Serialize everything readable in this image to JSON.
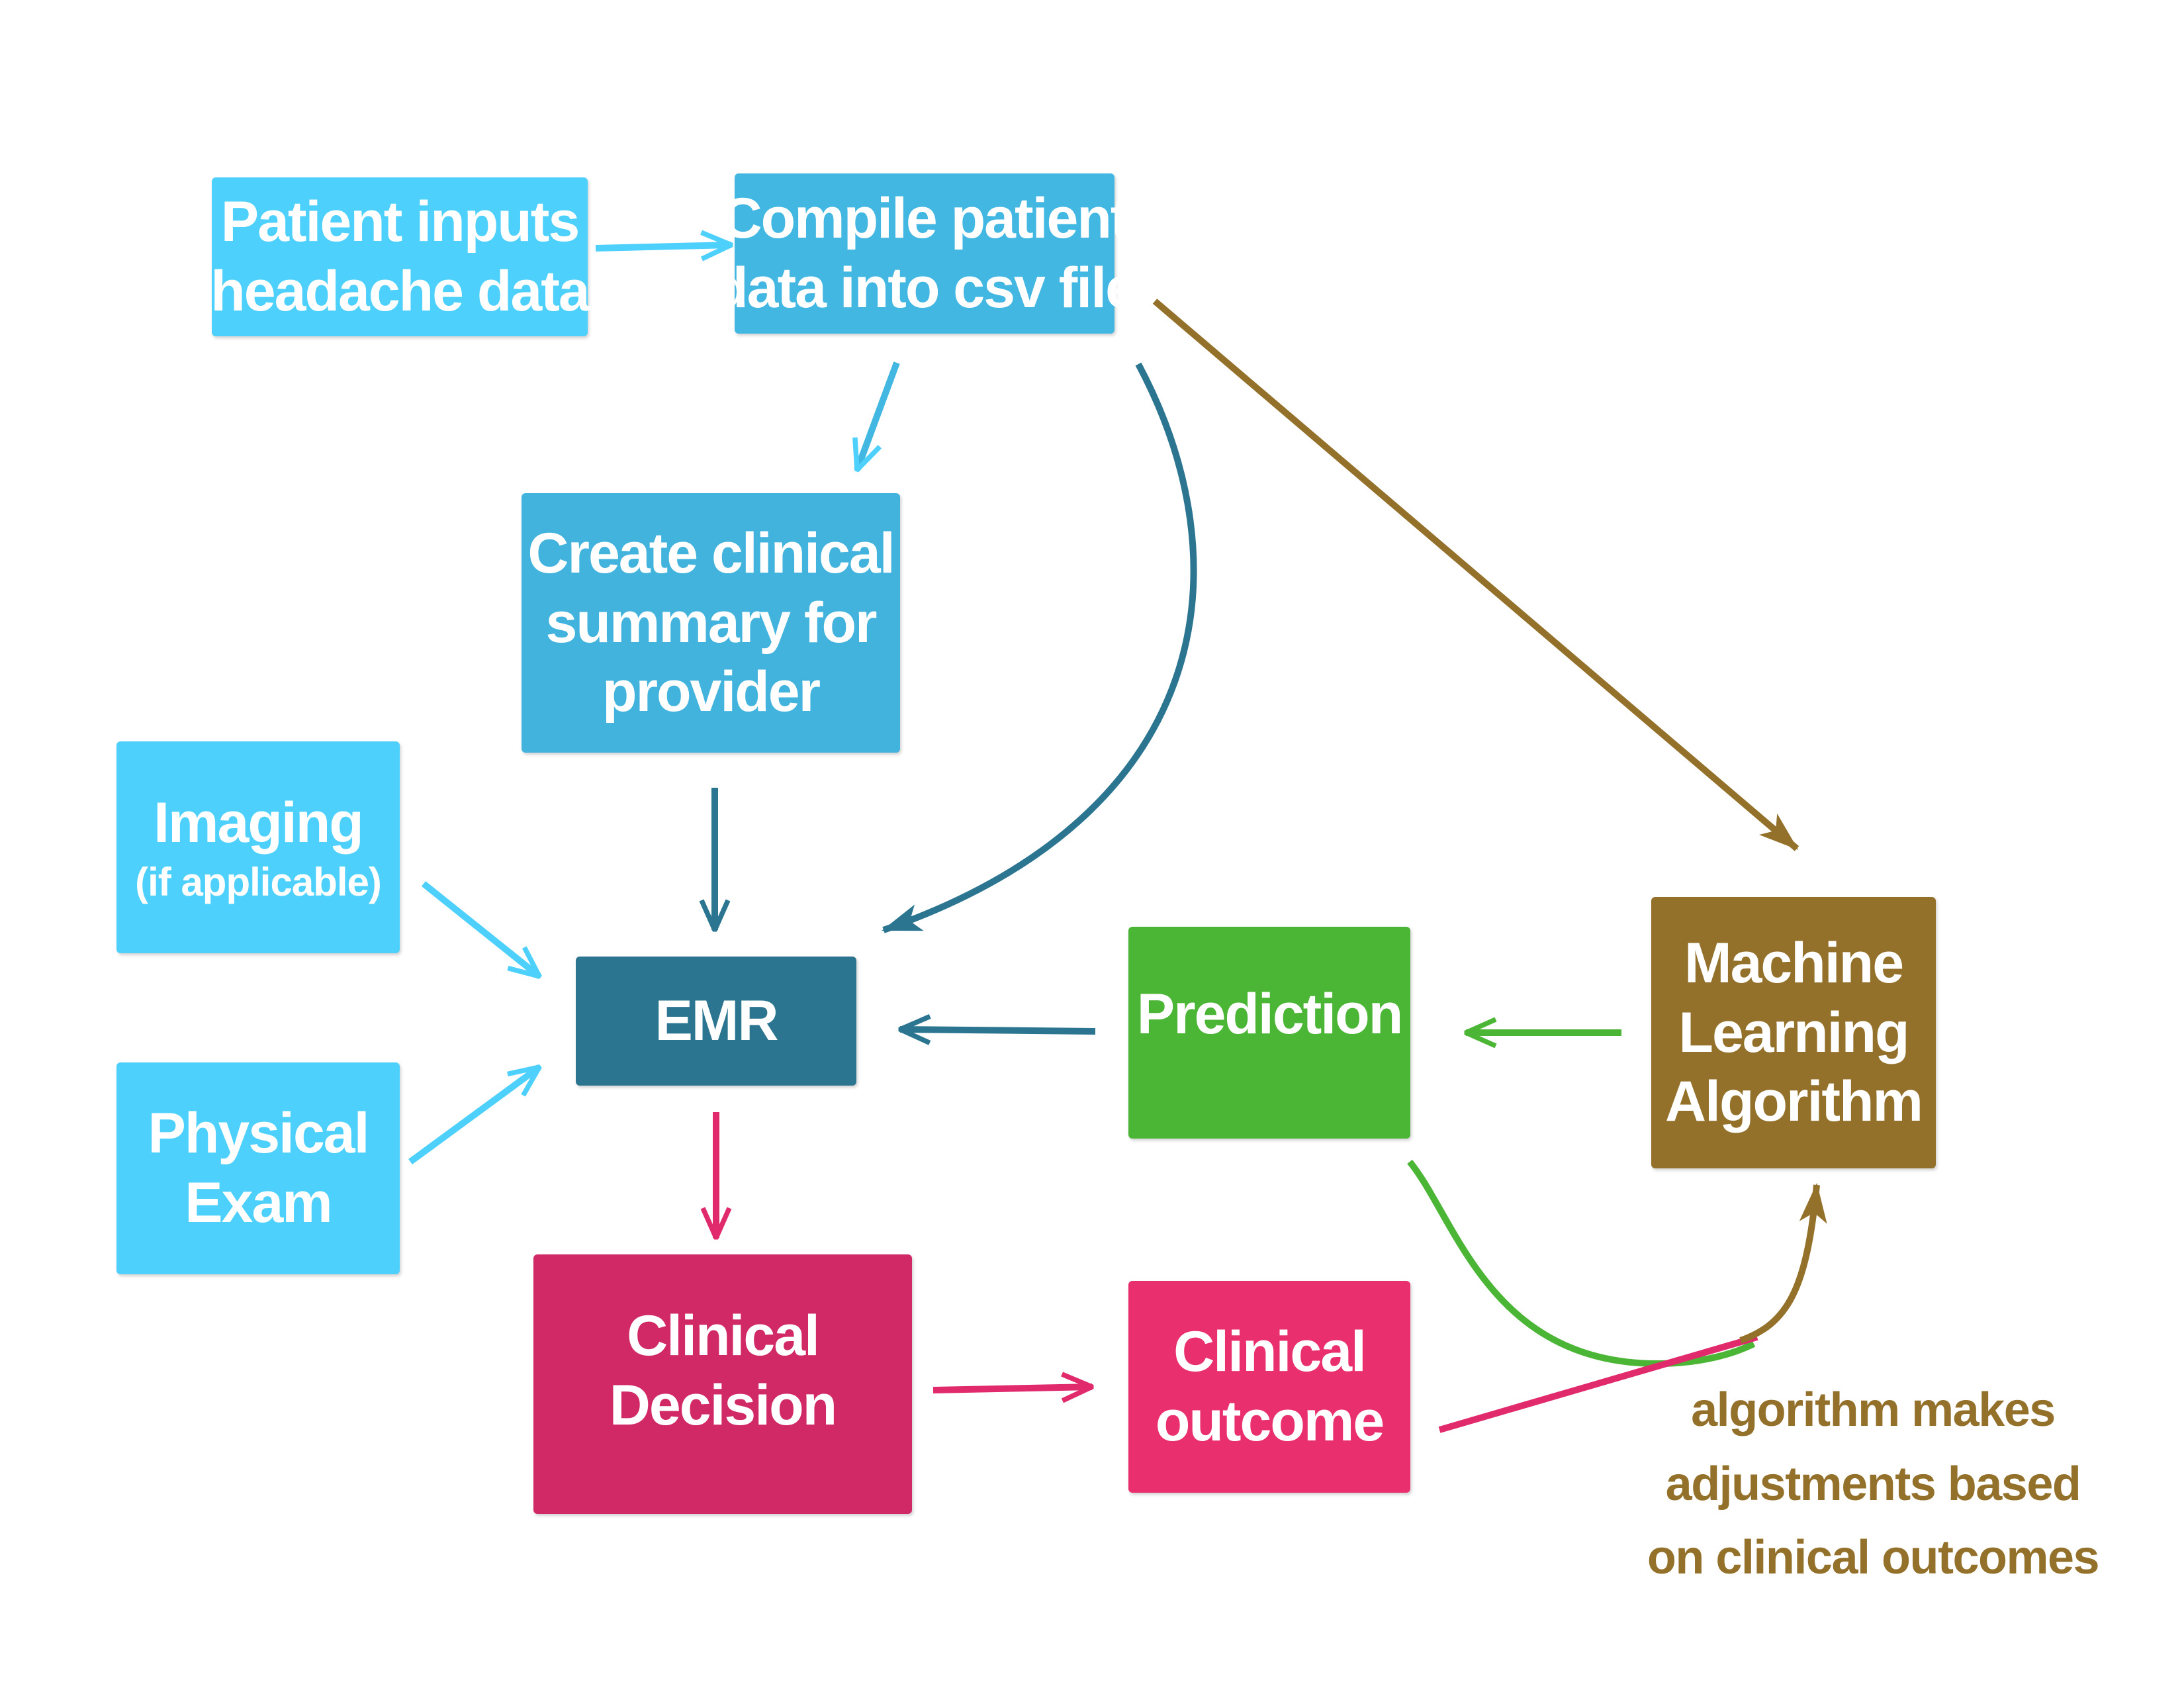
{
  "nodes": {
    "patient_inputs": {
      "lines": [
        "Patient inputs",
        "headache data"
      ]
    },
    "compile": {
      "lines": [
        "Compile patient",
        "data into csv file"
      ]
    },
    "clinical_summary": {
      "lines": [
        "Create clinical",
        "summary for",
        "provider"
      ]
    },
    "imaging": {
      "lines": [
        "Imaging",
        "(if applicable)"
      ]
    },
    "physical_exam": {
      "lines": [
        "Physical",
        "Exam"
      ]
    },
    "emr": {
      "lines": [
        "EMR"
      ]
    },
    "prediction": {
      "lines": [
        "Prediction"
      ]
    },
    "ml_algorithm": {
      "lines": [
        "Machine",
        "Learning",
        "Algorithm"
      ]
    },
    "clinical_decision": {
      "lines": [
        "Clinical",
        "Decision"
      ]
    },
    "clinical_outcome": {
      "lines": [
        "Clinical",
        "outcome"
      ]
    }
  },
  "annotation": {
    "lines": [
      "algorithm makes",
      "adjustments based",
      "on clinical outcomes"
    ]
  },
  "colors": {
    "light_blue": "#4dd0fb",
    "mid_blue": "#42b7e2",
    "dark_teal": "#2b7590",
    "green": "#4bb535",
    "brown": "#94712a",
    "crimson": "#d12965",
    "pink": "#ea2f6e"
  }
}
